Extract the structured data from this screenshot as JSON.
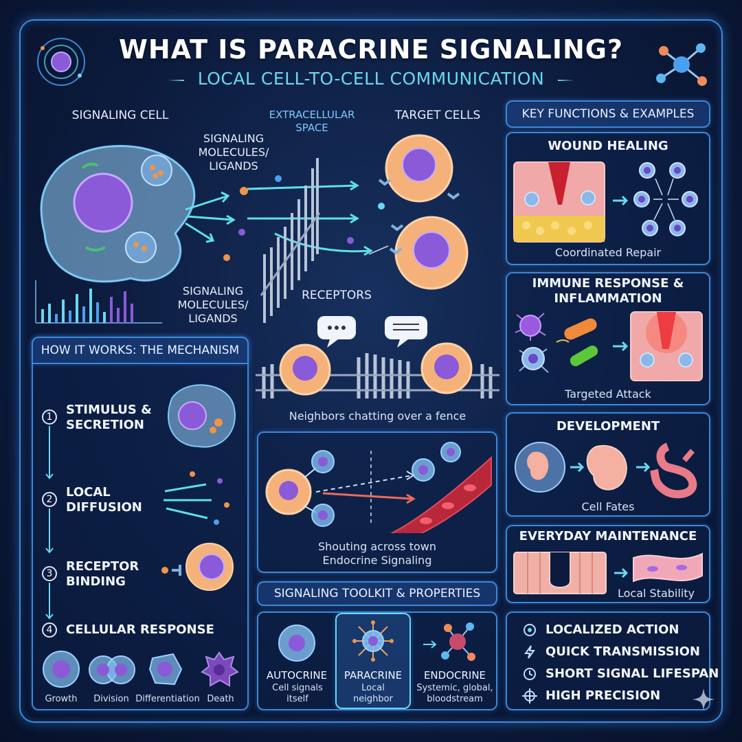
{
  "header": {
    "title": "WHAT IS PARACRINE SIGNALING?",
    "subtitle": "LOCAL CELL-TO-CELL COMMUNICATION"
  },
  "diagram": {
    "signaling_cell": "SIGNALING CELL",
    "extracellular_space": "EXTRACELLULAR SPACE",
    "target_cells": "TARGET CELLS",
    "signaling_molecules_top": "SIGNALING MOLECULES/ LIGANDS",
    "signaling_molecules_bottom": "SIGNALING MOLECULES/ LIGANDS",
    "receptors": "RECEPTORS"
  },
  "mechanism": {
    "header": "HOW IT WORKS: THE MECHANISM",
    "steps": [
      {
        "num": "1",
        "label": "STIMULUS & SECRETION"
      },
      {
        "num": "2",
        "label": "LOCAL DIFFUSION"
      },
      {
        "num": "3",
        "label": "RECEPTOR BINDING"
      },
      {
        "num": "4",
        "label": "CELLULAR RESPONSE"
      }
    ],
    "responses": [
      "Growth",
      "Division",
      "Differentiation",
      "Death"
    ]
  },
  "analogy": {
    "fence_caption": "Neighbors chatting over a fence",
    "endocrine_line1": "Shouting across town",
    "endocrine_line2": "Endocrine Signaling"
  },
  "toolkit": {
    "header": "SIGNALING TOOLKIT & PROPERTIES",
    "types": [
      {
        "name": "AUTOCRINE",
        "desc": "Cell signals itself"
      },
      {
        "name": "PARACRINE",
        "desc": "Local neighbor"
      },
      {
        "name": "ENDOCRINE",
        "desc": "Systemic, global, bloodstream"
      }
    ]
  },
  "functions": {
    "header": "KEY FUNCTIONS & EXAMPLES",
    "items": [
      {
        "title": "WOUND HEALING",
        "caption": "Coordinated Repair"
      },
      {
        "title": "IMMUNE RESPONSE & INFLAMMATION",
        "caption": "Targeted Attack"
      },
      {
        "title": "DEVELOPMENT",
        "caption": "Cell Fates"
      },
      {
        "title": "EVERYDAY MAINTENANCE",
        "caption": "Local Stability"
      }
    ]
  },
  "properties": [
    {
      "icon": "target-icon",
      "label": "LOCALIZED ACTION"
    },
    {
      "icon": "lightning-icon",
      "label": "QUICK TRANSMISSION"
    },
    {
      "icon": "clock-icon",
      "label": "SHORT SIGNAL LIFESPAN"
    },
    {
      "icon": "crosshair-icon",
      "label": "HIGH PRECISION"
    }
  ],
  "colors": {
    "accent_blue": "#3b88d8",
    "cyan": "#6ad8f0",
    "nucleus_purple": "#8a5ad8",
    "target_orange": "#f4b27a"
  }
}
